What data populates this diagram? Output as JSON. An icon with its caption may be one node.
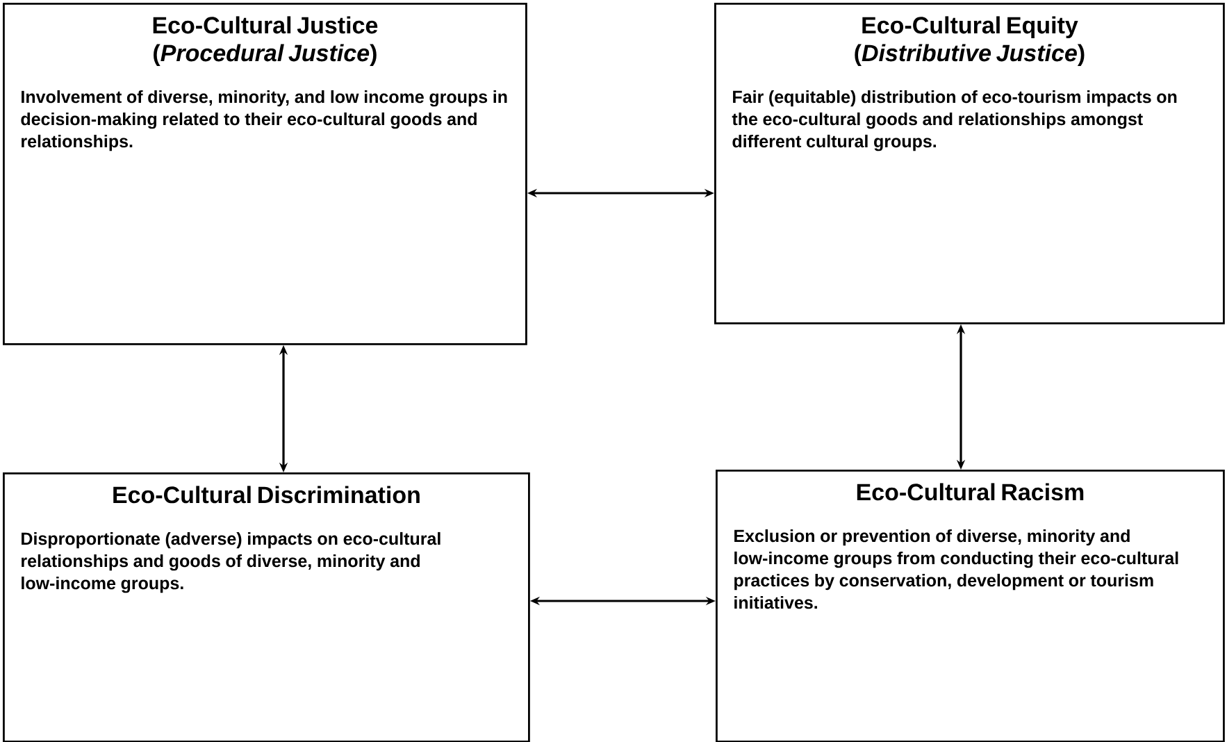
{
  "diagram": {
    "nodes": [
      {
        "text": [
          "Eco-Cultural Justice",
          "(*Procedural Justice*)",
          "Involvement of diverse, minority, and low income groups in decision-making related to their eco-cultural goods and relationships."
        ]
      },
      {
        "text": [
          "Eco-Cultural Equity",
          "(*Distributive Justice*)",
          "Fair (equitable) distribution of eco-tourism impacts on the eco-cultural goods and relationships amongst different cultural groups."
        ]
      },
      {
        "text": [
          "Eco-Cultural Discrimination",
          "Disproportionate (adverse) impacts on eco-cultural relationships and goods of diverse, minority and low-income groups."
        ]
      },
      {
        "text": [
          "Eco-Cultural Racism",
          "Exclusion or prevention of diverse, minority and low-income groups from conducting their eco-cultural practices by conservation, development or tourism initiatives."
        ]
      }
    ],
    "edges": [
      {
        "from": 0,
        "to": 1,
        "arrow": "both"
      },
      {
        "from": 0,
        "to": 2,
        "arrow": "both"
      },
      {
        "from": 1,
        "to": 3,
        "arrow": "both"
      },
      {
        "from": 2,
        "to": 3,
        "arrow": "both"
      }
    ]
  }
}
